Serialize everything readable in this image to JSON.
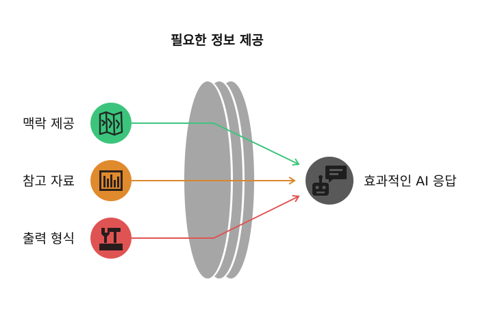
{
  "title": "필요한 정보 제공",
  "inputs": [
    {
      "label": "맥락 제공",
      "icon": "map-icon",
      "color": "#3cc47c",
      "arrow_color": "#3cc47c"
    },
    {
      "label": "참고 자료",
      "icon": "bookshelf-icon",
      "color": "#e08a2e",
      "arrow_color": "#d9862e"
    },
    {
      "label": "출력 형식",
      "icon": "tools-icon",
      "color": "#e05353",
      "arrow_color": "#e05353"
    }
  ],
  "output": {
    "label": "효과적인 AI 응답",
    "icon": "chatbot-icon",
    "color": "#595959"
  },
  "lens_color": "#a6a6a6"
}
